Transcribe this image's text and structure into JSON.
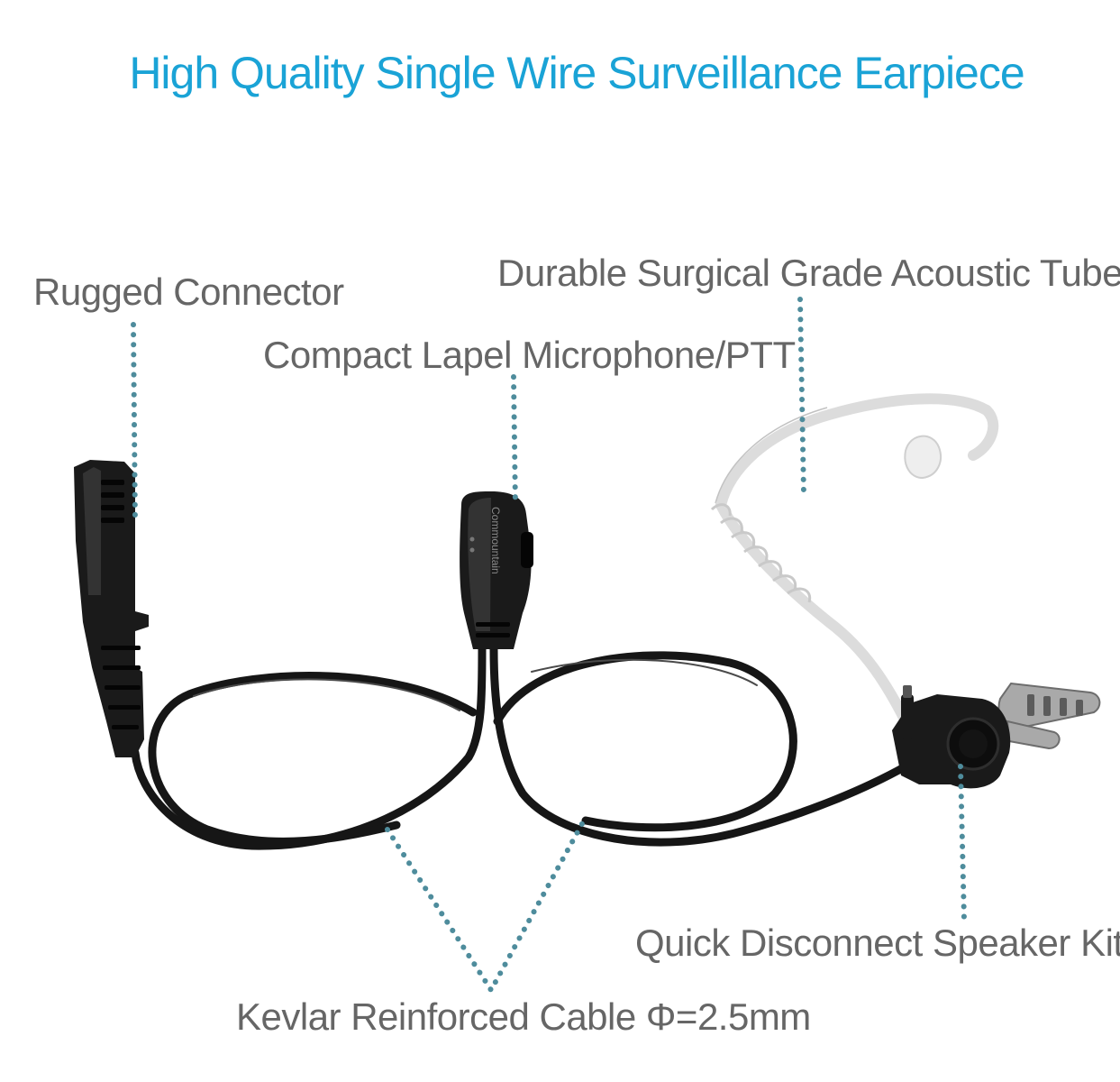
{
  "title": "High Quality Single Wire Surveillance Earpiece",
  "callouts": {
    "rugged_connector": "Rugged Connector",
    "lapel_microphone": "Compact Lapel Microphone/PTT",
    "acoustic_tube": "Durable Surgical Grade Acoustic Tube",
    "speaker_kit": "Quick Disconnect Speaker Kit",
    "kevlar_cable": "Kevlar Reinforced Cable Φ=2.5mm"
  },
  "product": {
    "brand_mark": "Commountain"
  },
  "colors": {
    "title": "#1aa3d6",
    "callout_text": "#666666",
    "leader_dots": "#4e8c9c",
    "cable": "#161616",
    "tube": "#dcdcdc"
  }
}
